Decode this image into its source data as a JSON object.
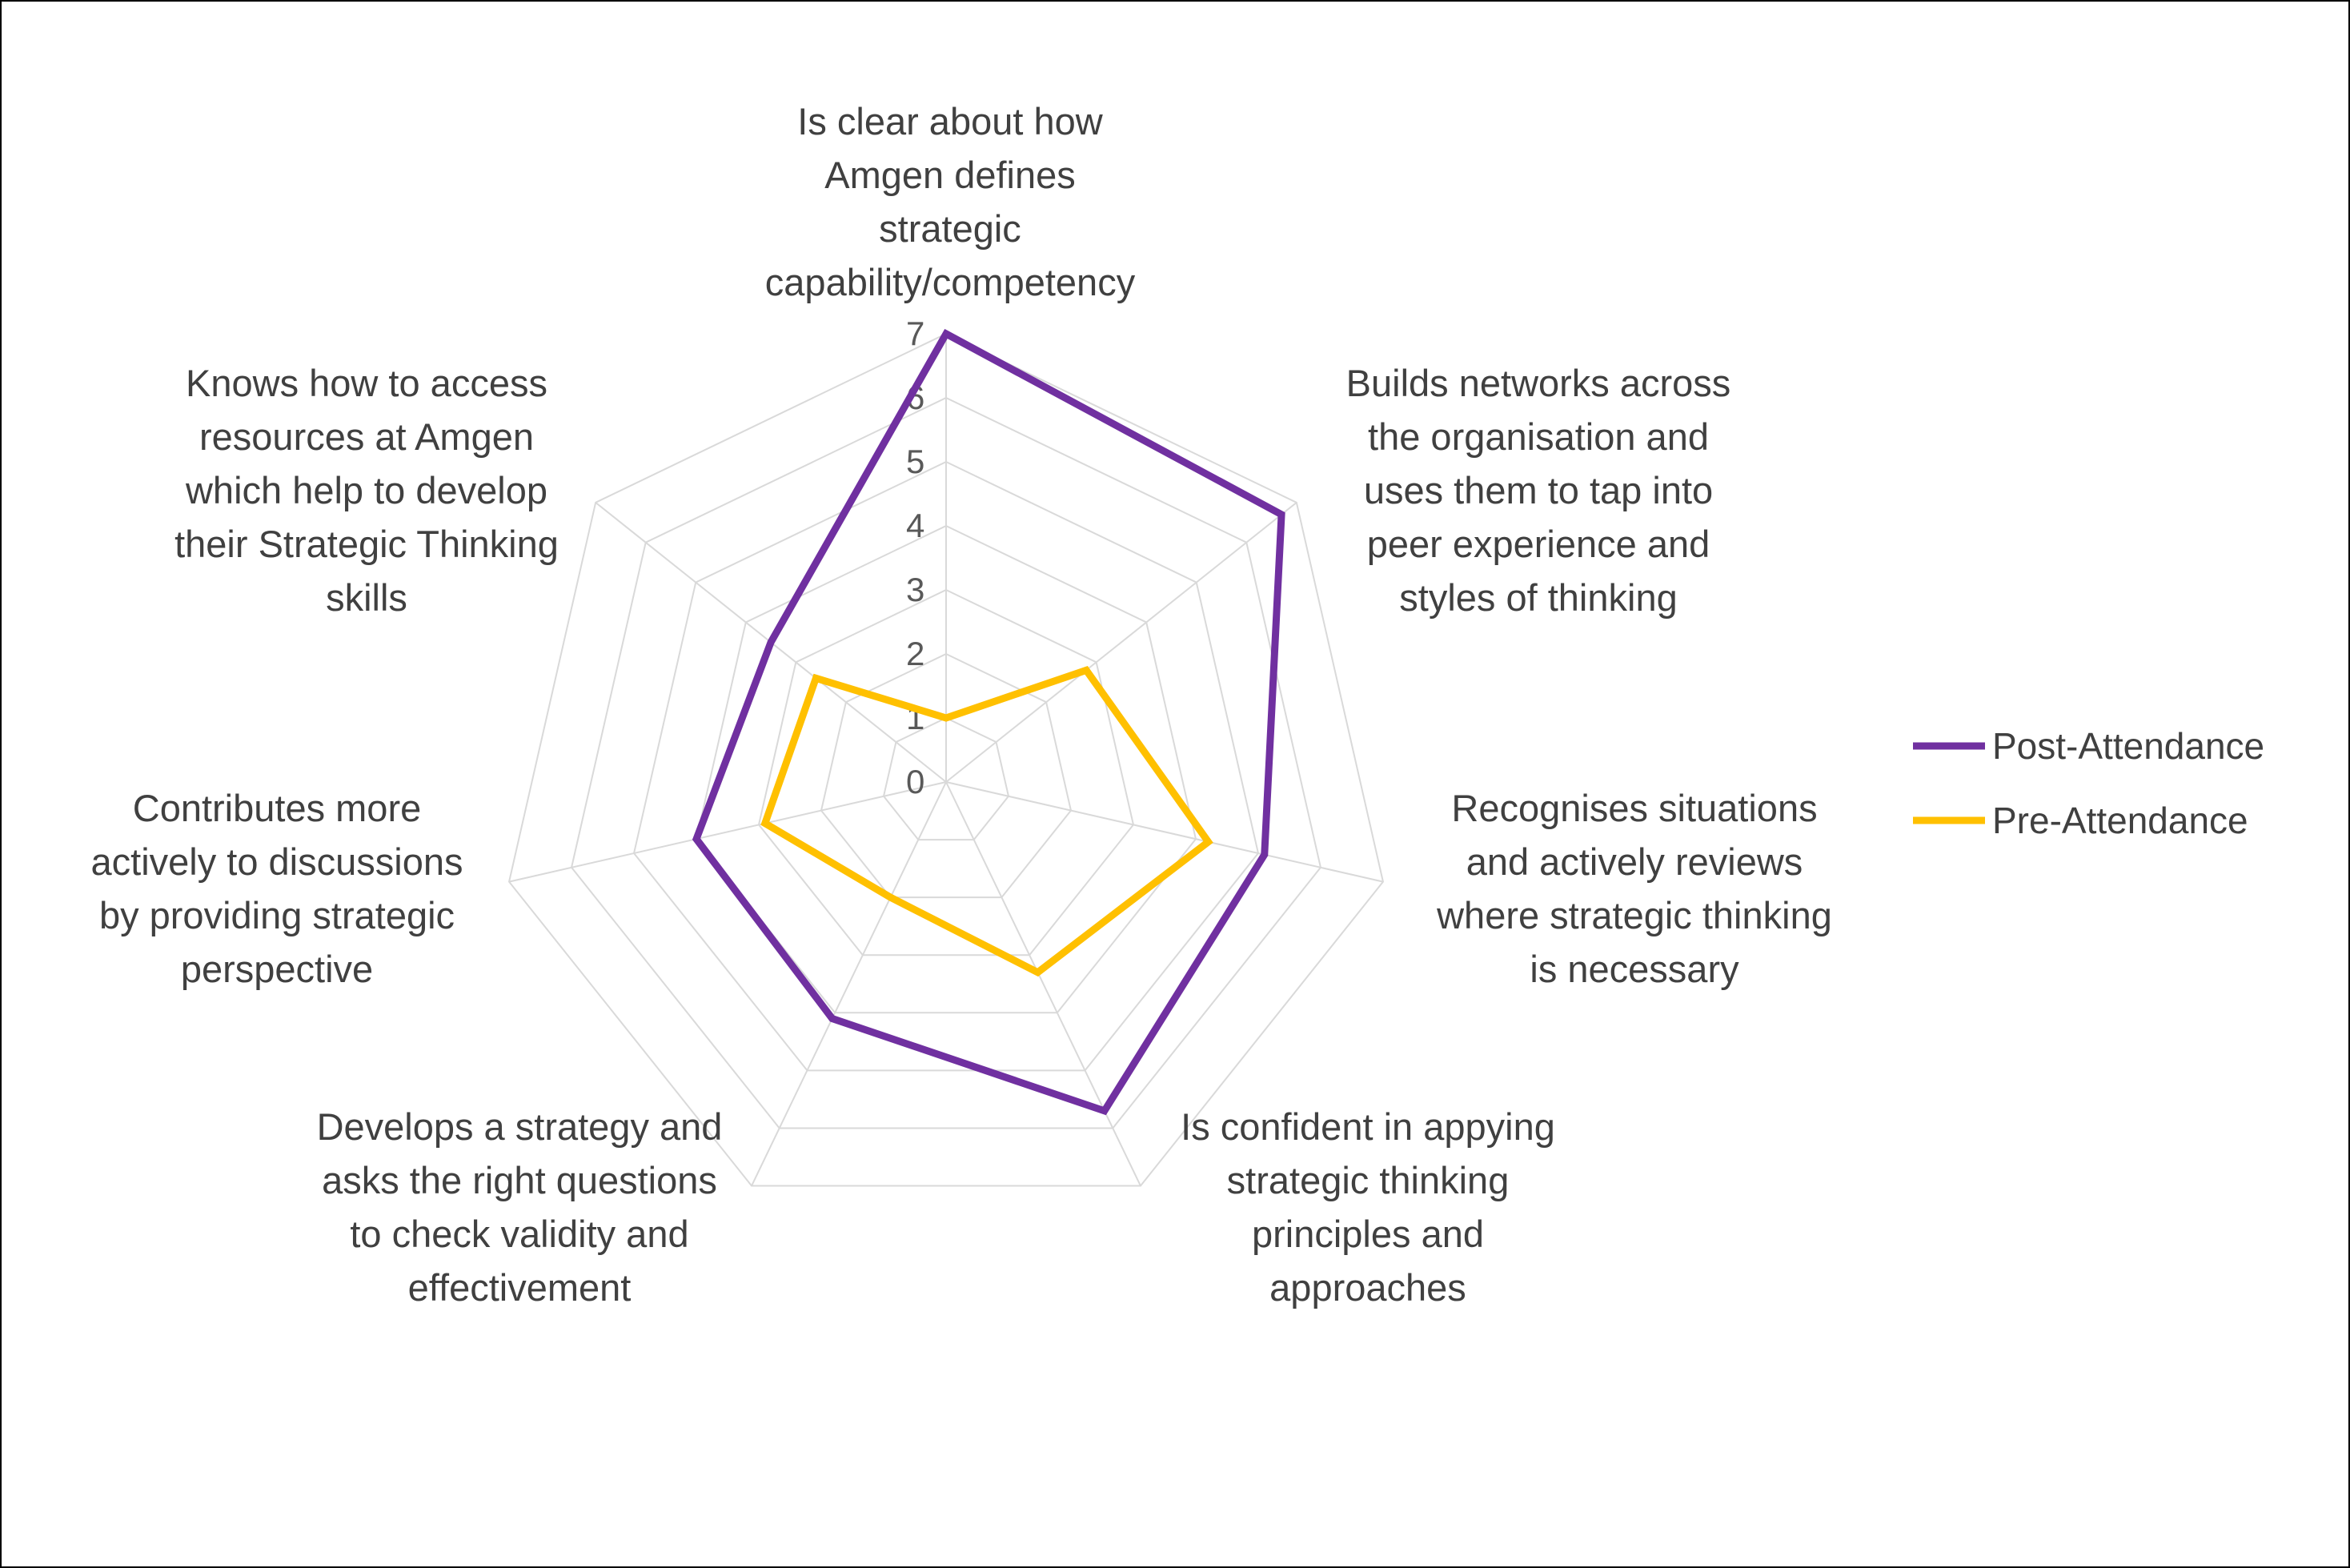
{
  "chart_data": {
    "type": "radar",
    "categories": [
      "Is clear about how Amgen defines strategic capability/competency",
      "Builds networks across the organisation and uses them to tap into peer experience and styles of thinking",
      "Recognises situations and actively reviews where strategic thinking is necessary",
      "Is confident in appying strategic thinking principles and approaches",
      "Develops a strategy and asks the right questions to check validity and effectivement",
      "Contributes more actively to discussions by providing strategic perspective",
      "Knows how to access resources at Amgen which help to develop their Strategic Thinking skills"
    ],
    "category_lines": [
      [
        "Is clear about how",
        "Amgen defines",
        "strategic",
        "capability/competency"
      ],
      [
        "Builds networks across",
        "the organisation and",
        "uses them to tap into",
        "peer experience and",
        "styles of thinking"
      ],
      [
        "Recognises situations",
        "and actively reviews",
        "where strategic thinking",
        "is necessary"
      ],
      [
        "Is confident in appying",
        "strategic thinking",
        "principles and",
        "approaches"
      ],
      [
        "Develops a strategy and",
        "asks the right questions",
        "to check validity and",
        "effectivement"
      ],
      [
        "Contributes more",
        "actively to discussions",
        "by providing strategic",
        "perspective"
      ],
      [
        "Knows how to access",
        "resources at Amgen",
        "which help to develop",
        "their Strategic Thinking",
        "skills"
      ]
    ],
    "series": [
      {
        "name": "Post-Attendance",
        "color": "#7030a0",
        "values": [
          7.0,
          6.7,
          5.1,
          5.7,
          4.1,
          4.0,
          3.5
        ]
      },
      {
        "name": "Pre-Attendance",
        "color": "#ffc000",
        "values": [
          1.0,
          2.8,
          4.2,
          3.3,
          2.0,
          2.9,
          2.6
        ]
      }
    ],
    "rlim": [
      0,
      7
    ],
    "ticks": [
      "0",
      "1",
      "2",
      "3",
      "4",
      "5",
      "6",
      "7"
    ],
    "grid": true,
    "legend_position": "right"
  }
}
